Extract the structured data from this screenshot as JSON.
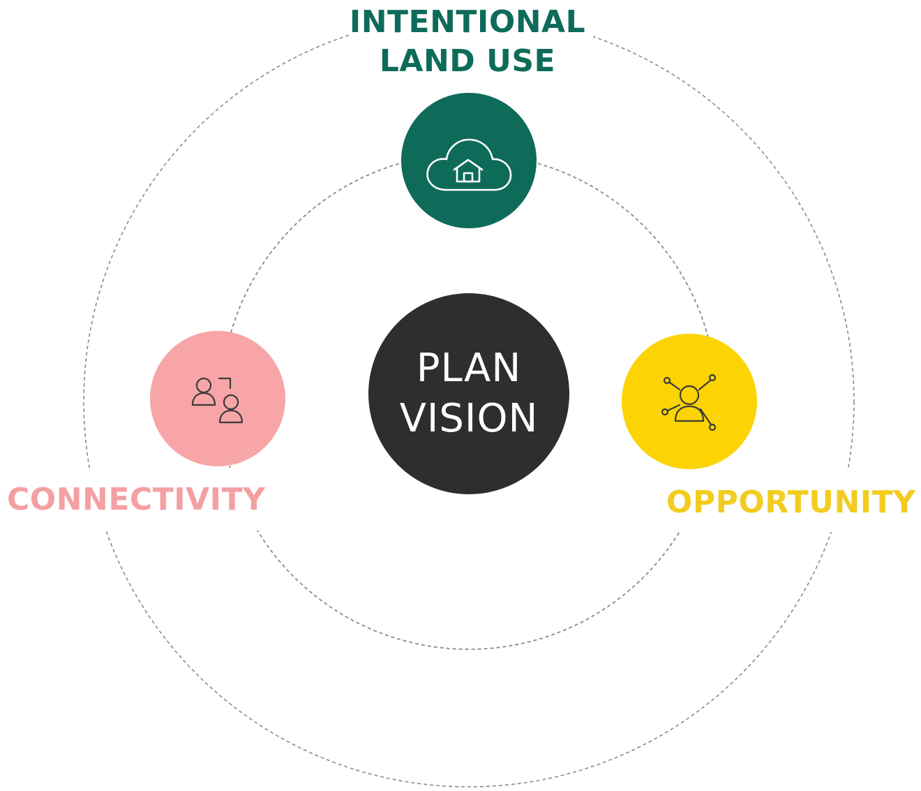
{
  "diagram": {
    "center": {
      "line1": "PLAN",
      "line2": "VISION",
      "color": "#2e2e2e"
    },
    "nodes": {
      "top": {
        "line1": "INTENTIONAL",
        "line2": "LAND USE",
        "color": "#0e6b5a",
        "icon": "cloud-house-icon"
      },
      "left": {
        "label": "CONNECTIVITY",
        "color": "#f4a0a2",
        "icon": "people-connect-icon"
      },
      "right": {
        "label": "OPPORTUNITY",
        "color": "#fcd404",
        "label_color": "#f2cc20",
        "icon": "person-network-icon"
      }
    },
    "ring_color": "#8a8a8a"
  }
}
